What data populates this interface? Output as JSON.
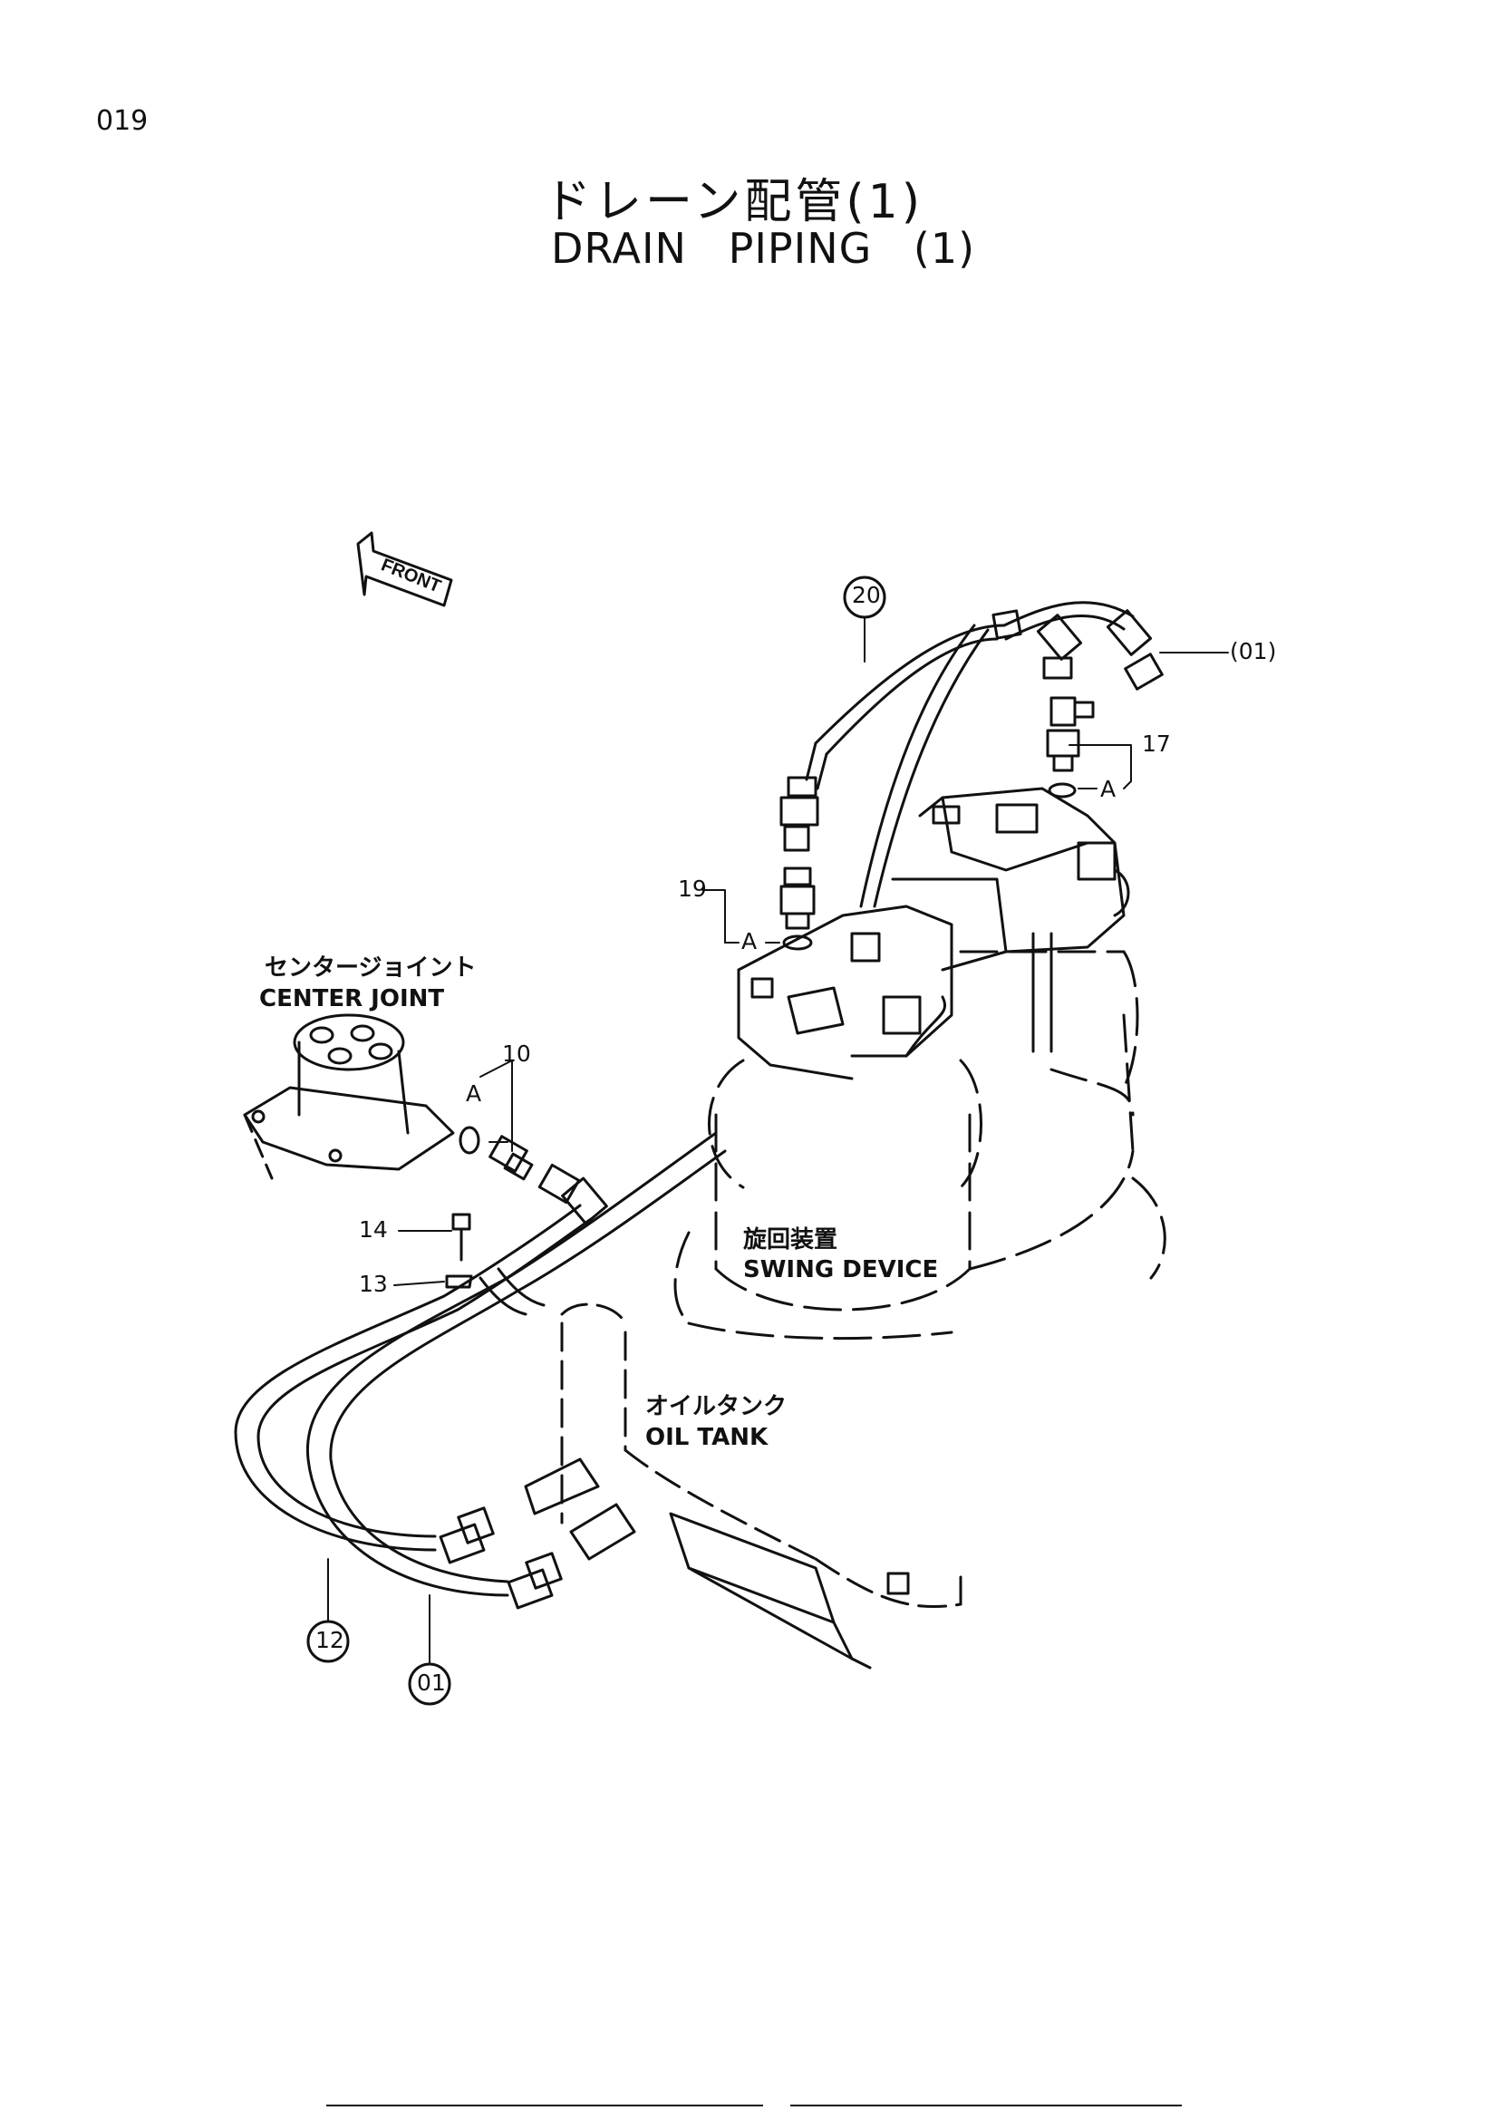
{
  "page_number": "019",
  "title": {
    "japanese": "ドレーン配管(1)",
    "english": "DRAIN PIPING (1)"
  },
  "front_arrow": "FRONT",
  "components": {
    "center_joint": {
      "jp": "センタージョイント",
      "en": "CENTER JOINT"
    },
    "swing_device": {
      "jp": "旋回装置",
      "en": "SWING DEVICE"
    },
    "oil_tank": {
      "jp": "オイルタンク",
      "en": "OIL TANK"
    }
  },
  "callouts": {
    "c20": "20",
    "c01_top": "(01)",
    "c17": "17",
    "c19": "19",
    "c10": "10",
    "c14": "14",
    "c13": "13",
    "c12": "12",
    "c01_bottom": "01",
    "a_17": "A",
    "a_19": "A",
    "a_10": "A"
  }
}
